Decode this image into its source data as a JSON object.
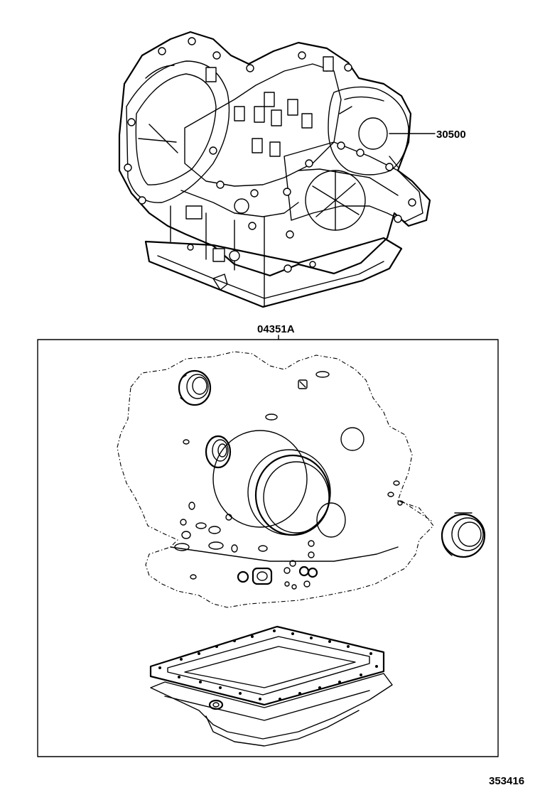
{
  "labels": {
    "transmission_assembly": "30500",
    "overhaul_kit": "04351A",
    "diagram_number": "353416"
  }
}
